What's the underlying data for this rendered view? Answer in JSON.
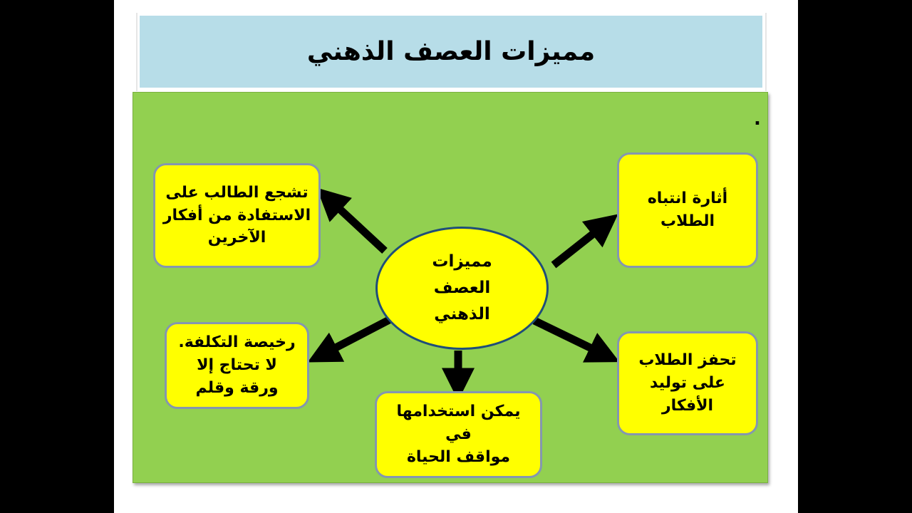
{
  "title": "مميزات العصف الذهني",
  "bullet": ".",
  "center": {
    "label": "مميزات\nالعصف\nالذهني"
  },
  "nodes": {
    "top_left": "تشجع الطالب على\nالاستفادة من أفكار\nالآخرين",
    "top_right": "أثارة انتباه\nالطلاب",
    "mid_left": "رخيصة التكلفة.\nلا تحتاج إلا\nورقة وقلم",
    "bottom_center": "يمكن استخدامها في\nمواقف الحياة",
    "bottom_right": "تحفز الطلاب\nعلى توليد\nالأفكار"
  },
  "colors": {
    "title_bar": "#b7dde8",
    "panel": "#92d050",
    "node_fill": "#ffff00",
    "node_border": "#8497b0",
    "ellipse_border": "#1f4e79",
    "arrow": "#000000"
  }
}
